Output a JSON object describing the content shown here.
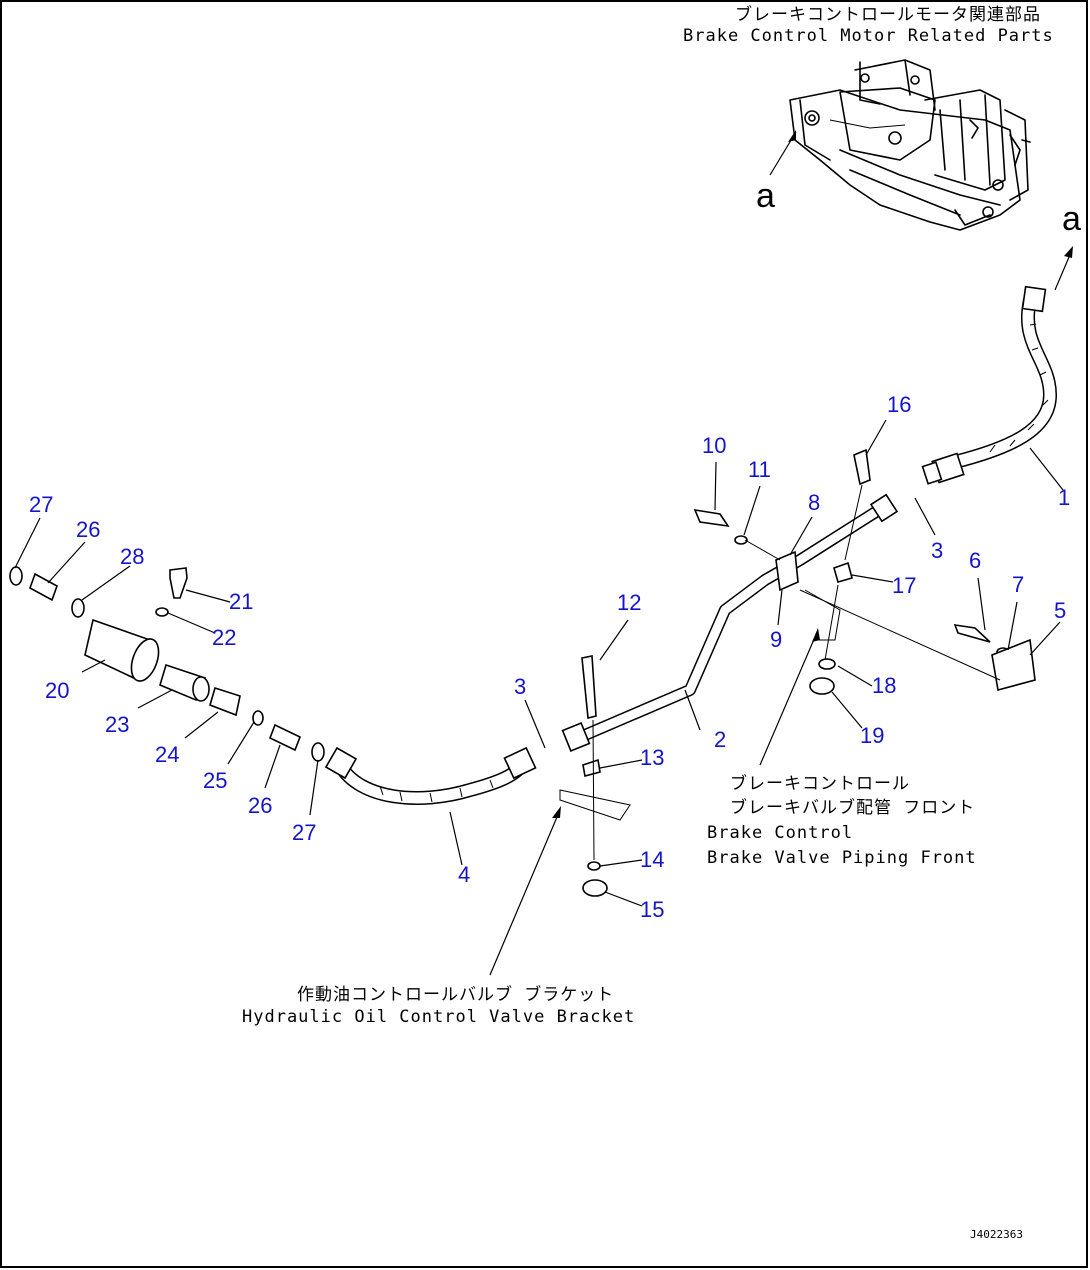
{
  "callouts": {
    "brake_motor_jp": "ブレーキコントロールモータ関連部品",
    "brake_motor_en": "Brake Control Motor Related Parts",
    "brake_valve_jp1": "ブレーキコントロール",
    "brake_valve_jp2": "ブレーキバルブ配管 フロント",
    "brake_valve_en1": "Brake Control",
    "brake_valve_en2": "Brake Valve Piping Front",
    "bracket_jp": "作動油コントロールバルブ ブラケット",
    "bracket_en": "Hydraulic Oil Control Valve Bracket"
  },
  "arrow_marker": "a",
  "drawing_code": "J4022363",
  "part_numbers": [
    "1",
    "2",
    "3",
    "3",
    "4",
    "5",
    "6",
    "7",
    "8",
    "9",
    "10",
    "11",
    "12",
    "13",
    "14",
    "15",
    "16",
    "17",
    "18",
    "19",
    "20",
    "21",
    "22",
    "23",
    "24",
    "25",
    "26",
    "26",
    "27",
    "27",
    "28"
  ]
}
